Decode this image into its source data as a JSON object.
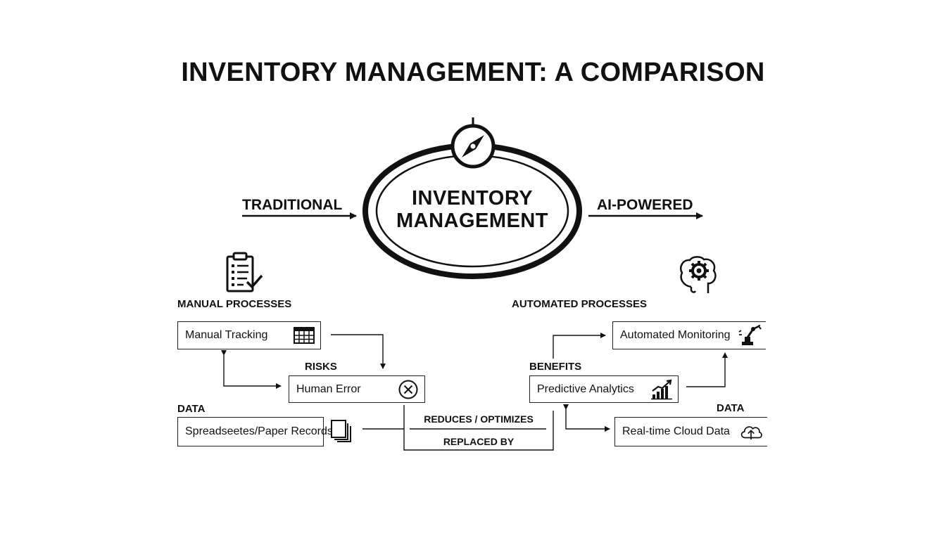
{
  "title": "INVENTORY MANAGEMENT: A COMPARISON",
  "center": {
    "line1": "INVENTORY",
    "line2": "MANAGEMENT",
    "icon": "compass-icon"
  },
  "left": {
    "direction": "TRADITIONAL",
    "icon": "clipboard-checklist-icon",
    "section": "MANUAL PROCESSES",
    "tracking": "Manual Tracking",
    "risks_label": "RISKS",
    "risk_item": "Human Error",
    "data_label": "DATA",
    "data_item": "Spreadseetes/Paper Records"
  },
  "right": {
    "direction": "AI-POWERED",
    "icon": "brain-gear-icon",
    "section": "AUTOMATED PROCESSES",
    "monitoring": "Automated Monitoring",
    "benefits_label": "BENEFITS",
    "benefit_item": "Predictive Analytics",
    "data_label": "DATA",
    "data_item": "Real-time Cloud Data"
  },
  "bridge": {
    "top": "REDUCES / OPTIMIZES",
    "bottom": "REPLACED BY"
  }
}
